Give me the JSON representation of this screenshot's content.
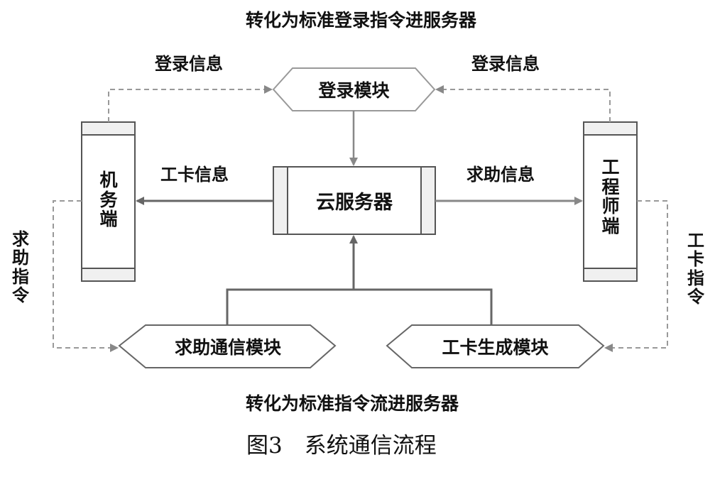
{
  "top_text": "转化为标准登录指令进服务器",
  "bottom_text": "转化为标准指令流进服务器",
  "caption": "图3　系统通信流程",
  "nodes": {
    "login": "登录模块",
    "cloud": "云服务器",
    "help_comm": "求助通信模块",
    "card_gen": "工卡生成模块",
    "machine": "机务端",
    "engineer": "工程师端"
  },
  "labels": {
    "login_info_left": "登录信息",
    "login_info_right": "登录信息",
    "card_info": "工卡信息",
    "help_info": "求助信息",
    "help_cmd": "求助指令",
    "card_cmd": "工卡指令"
  }
}
